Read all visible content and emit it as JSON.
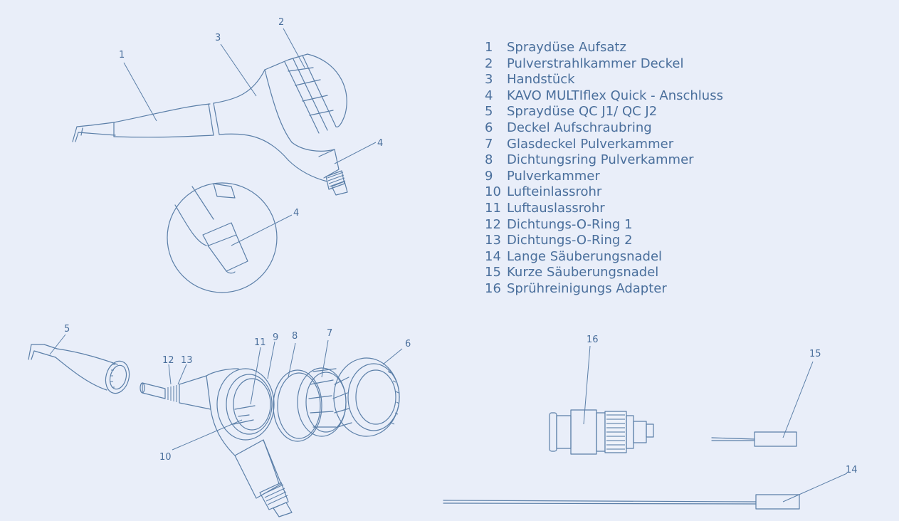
{
  "legend": [
    {
      "num": "1",
      "label": "Spraydüse Aufsatz"
    },
    {
      "num": "2",
      "label": "Pulverstrahlkammer Deckel"
    },
    {
      "num": "3",
      "label": "Handstück"
    },
    {
      "num": "4",
      "label": "KAVO MULTIflex Quick - Anschluss"
    },
    {
      "num": "5",
      "label": "Spraydüse QC J1/ QC J2"
    },
    {
      "num": "6",
      "label": "Deckel Aufschraubring"
    },
    {
      "num": "7",
      "label": "Glasdeckel Pulverkammer"
    },
    {
      "num": "8",
      "label": "Dichtungsring Pulverkammer"
    },
    {
      "num": "9",
      "label": "Pulverkammer"
    },
    {
      "num": "10",
      "label": "Lufteinlassrohr"
    },
    {
      "num": "11",
      "label": "Luftauslassrohr"
    },
    {
      "num": "12",
      "label": "Dichtungs-O-Ring 1"
    },
    {
      "num": "13",
      "label": "Dichtungs-O-Ring 2"
    },
    {
      "num": "14",
      "label": "Lange Säuberungsnadel"
    },
    {
      "num": "15",
      "label": "Kurze Säuberungsnadel"
    },
    {
      "num": "16",
      "label": "Sprühreinigungs Adapter"
    }
  ],
  "callouts": {
    "c1": "1",
    "c2": "2",
    "c3": "3",
    "c4a": "4",
    "c4b": "4",
    "c5": "5",
    "c6": "6",
    "c7": "7",
    "c8": "8",
    "c9": "9",
    "c10": "10",
    "c11": "11",
    "c12": "12",
    "c13": "13",
    "c14": "14",
    "c15": "15",
    "c16": "16"
  },
  "colors": {
    "background": "#e9eef9",
    "line": "#5b7fa8",
    "text": "#4a6f9c"
  }
}
